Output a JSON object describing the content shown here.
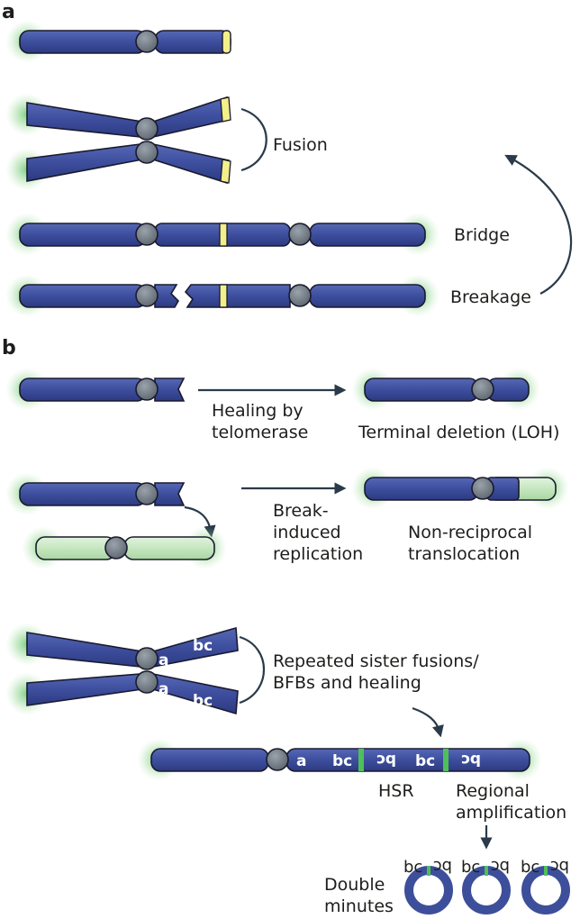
{
  "panels": {
    "a": "a",
    "b": "b"
  },
  "panel_a": {
    "fusion": "Fusion",
    "bridge": "Bridge",
    "breakage": "Breakage"
  },
  "panel_b": {
    "healing_line1": "Healing by",
    "healing_line2": "telomerase",
    "terminal_deletion": "Terminal deletion (LOH)",
    "break_line1": "Break-",
    "break_line2": "induced",
    "break_line3": "replication",
    "nonrecip_line1": "Non-reciprocal",
    "nonrecip_line2": "translocation",
    "repeated_line1": "Repeated sister fusions/",
    "repeated_line2": "BFBs and healing",
    "hsr": "HSR",
    "regional_line1": "Regional",
    "regional_line2": "amplification",
    "double_line1": "Double",
    "double_line2": "minutes",
    "seg_a": "a",
    "seg_bc": "bc",
    "seg_cb": "bc",
    "ring_label": "bc"
  },
  "colors": {
    "chromosome": "#3d4f9a",
    "centromere": "#6e7780",
    "telomere_glow": "#4fbf5a",
    "fusion_band": "#f3ef8a",
    "translocated": "#c6e6c0",
    "ring_stripe": "#4fbf5a"
  }
}
